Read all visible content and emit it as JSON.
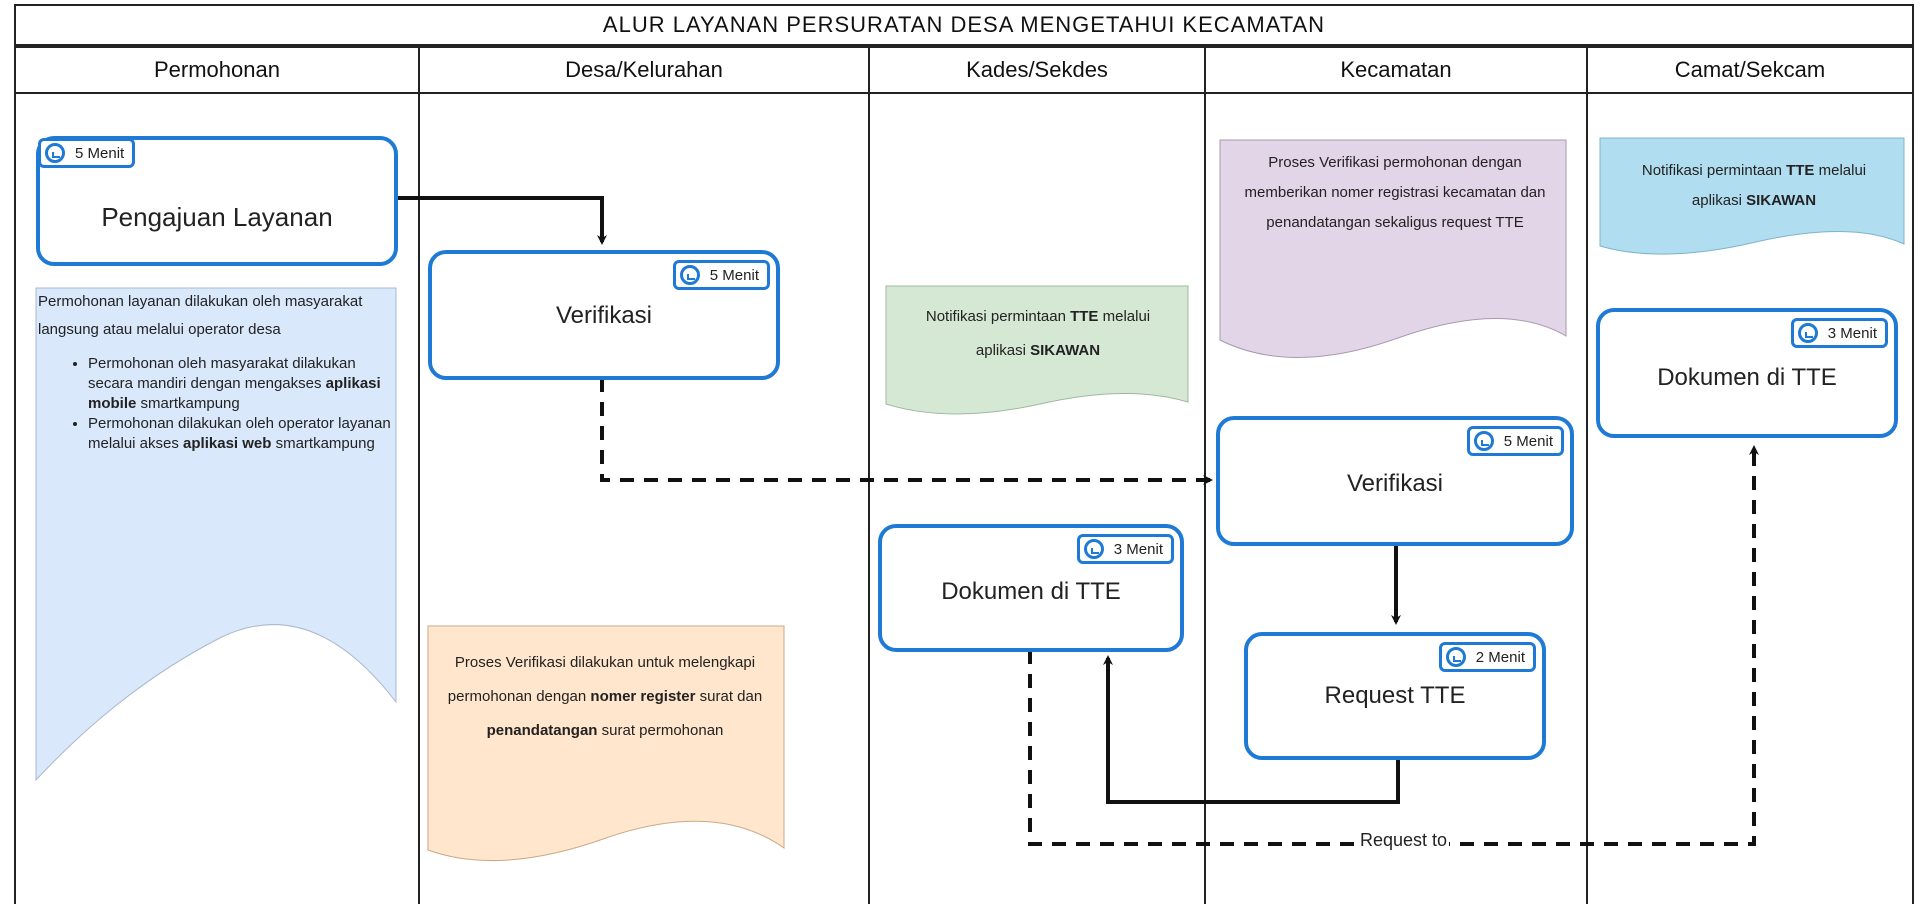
{
  "title": "ALUR LAYANAN PERSURATAN DESA MENGETAHUI KECAMATAN",
  "lanes": [
    "Permohonan",
    "Desa/Kelurahan",
    "Kades/Sekdes",
    "Kecamatan",
    "Camat/Sekcam"
  ],
  "nodes": {
    "pengajuan": {
      "time": "5 Menit",
      "label": "Pengajuan Layanan"
    },
    "verifikasi_desa": {
      "time": "5 Menit",
      "label": "Verifikasi"
    },
    "dokumen_kades": {
      "time": "3 Menit",
      "label": "Dokumen di TTE"
    },
    "verifikasi_kec": {
      "time": "5 Menit",
      "label": "Verifikasi"
    },
    "request_tte": {
      "time": "2 Menit",
      "label": "Request TTE"
    },
    "dokumen_camat": {
      "time": "3 Menit",
      "label": "Dokumen di TTE"
    }
  },
  "notes": {
    "permohonan": {
      "intro": "Permohonan layanan dilakukan oleh masyarakat langsung atau melalui operator desa",
      "bullet1_pre": "Permohonan oleh masyarakat dilakukan secara mandiri dengan mengakses ",
      "bullet1_bold": "aplikasi mobile",
      "bullet1_post": " smartkampung",
      "bullet2_pre": "Permohonan dilakukan oleh operator layanan melalui akses ",
      "bullet2_bold": "aplikasi web",
      "bullet2_post": " smartkampung",
      "color": "#dae8fc"
    },
    "desa": {
      "t1": "Proses Verifikasi dilakukan untuk melengkapi permohonan dengan ",
      "b1": "nomer register",
      "t2": " surat dan ",
      "b2": "penandatangan",
      "t3": " surat permohonan",
      "color": "#ffe6cc"
    },
    "kades": {
      "t1": "Notifikasi permintaan ",
      "b1": "TTE",
      "t2": " melalui aplikasi ",
      "b2": "SIKAWAN",
      "color": "#d5e8d4"
    },
    "kecamatan": {
      "text": "Proses Verifikasi permohonan dengan memberikan nomer registrasi kecamatan dan penandatangan sekaligus request TTE",
      "color": "#e1d5e7"
    },
    "camat": {
      "t1": "Notifikasi permintaan ",
      "b1": "TTE",
      "t2": " melalui aplikasi ",
      "b2": "SIKAWAN",
      "color": "#b1ddf0"
    }
  },
  "edge_label": "Request to",
  "accent": "#1f7ad6"
}
